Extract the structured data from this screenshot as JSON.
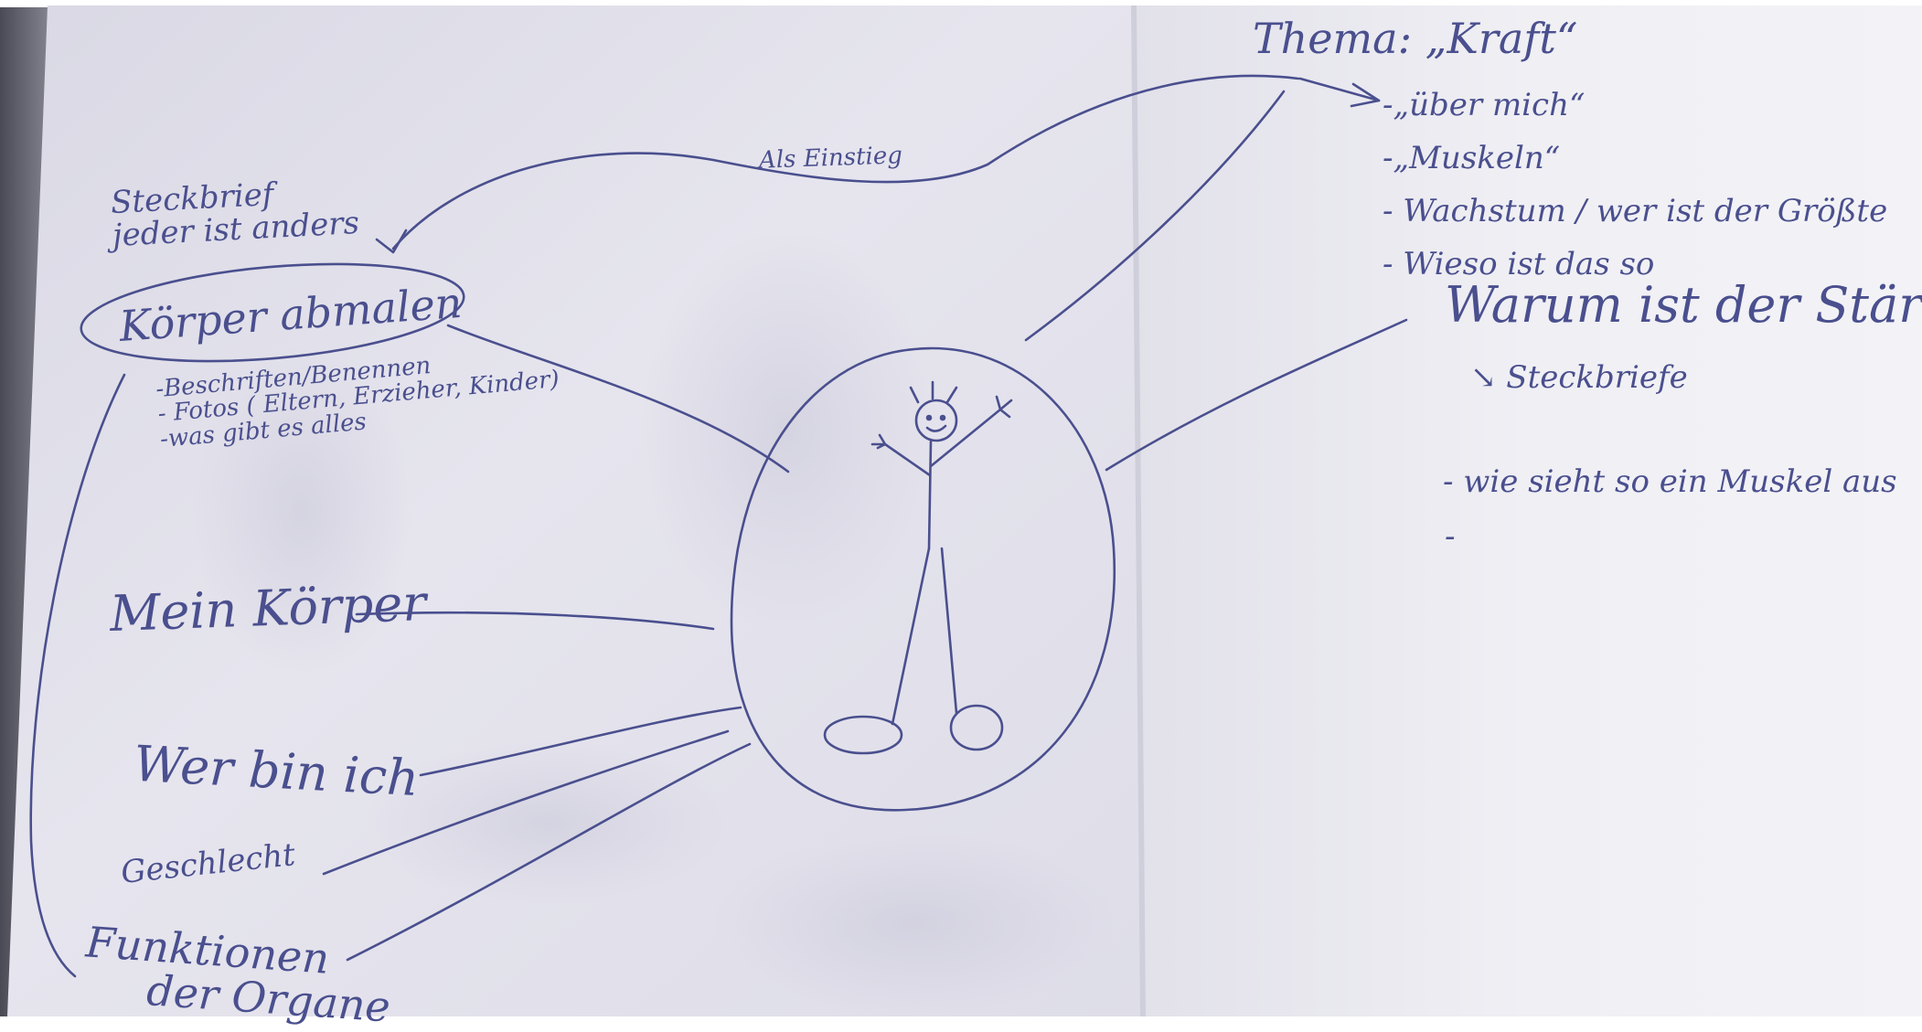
{
  "left_page": {
    "steckbrief_note": [
      "Steckbrief",
      "jeder ist anders"
    ],
    "als_einstieg": "Als Einstieg",
    "koerper_abmalen": "Körper abmalen",
    "koerper_sub_items": [
      "-Beschriften/Benennen",
      "- Fotos ( Eltern, Erzieher, Kinder)",
      "-was gibt es alles"
    ],
    "mein_koerper": "Mein Körper",
    "wer_bin_ich": "Wer bin ich",
    "geschlecht": "Geschlecht",
    "funktionen": [
      "Funktionen",
      "der Organe"
    ]
  },
  "right_page": {
    "thema": "Thema: „Kraft“",
    "topics": [
      "-„über mich“",
      "-„Muskeln“",
      "- Wachstum / wer ist der Größte",
      "- Wieso ist das so"
    ],
    "warum": "Warum ist der Stärker",
    "steckbriefe": "↘ Steckbriefe",
    "muskel_question": "- wie sieht so ein Muskel aus",
    "dash": "-"
  },
  "colors": {
    "ink": "#4a4f8e",
    "paper": "#e9e8f0",
    "paper_shadow": "#d2d0de",
    "page_edge": "#5d5d6b"
  }
}
